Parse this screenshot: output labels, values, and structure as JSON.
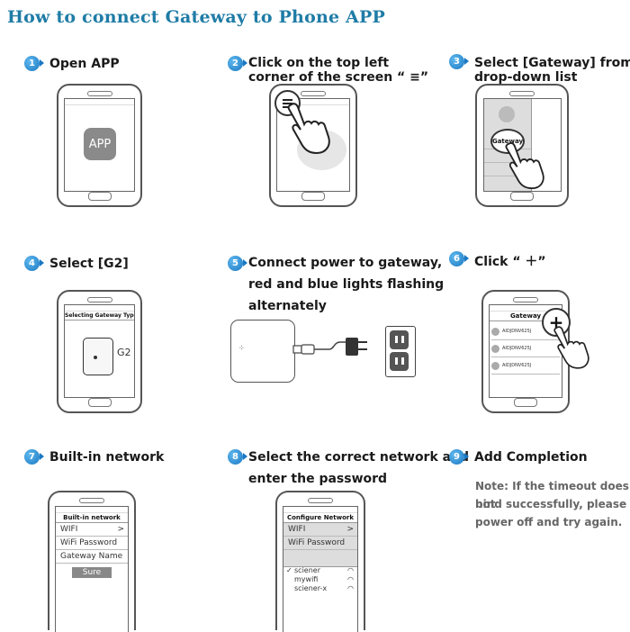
{
  "title": "How to connect Gateway to Phone APP",
  "steps": [
    {
      "num": "1",
      "label": "Open APP"
    },
    {
      "num": "2",
      "label_line1": "Click on the top left",
      "label_line2": "corner of the screen “ ≡”"
    },
    {
      "num": "3",
      "label_line1": "Select [Gateway] from the",
      "label_line2": "drop-down list"
    },
    {
      "num": "4",
      "label": "Select [G2]"
    },
    {
      "num": "5",
      "label_line1": "Connect power to gateway,",
      "label_line2": "red and blue lights flashing",
      "label_line3": "alternately"
    },
    {
      "num": "6",
      "label": "Click “ ＋”"
    },
    {
      "num": "7",
      "label": "Built-in network"
    },
    {
      "num": "8",
      "label_line1": "Select the correct network and",
      "label_line2": "enter the password"
    },
    {
      "num": "9",
      "label": "Add Completion"
    }
  ],
  "screens": {
    "app_icon_text": "APP",
    "gateway_menu_item": "Gateway",
    "selecting_header": "Selecting Gateway Type",
    "g2_label": "G2",
    "gateway_header": "Gateway",
    "gateway_items": [
      "AIDJDNV625J",
      "AIDJDNV625J",
      "AIDJDNV625J"
    ],
    "builtin_header": "Built-in network",
    "builtin_rows": [
      "WIFI",
      "WiFi Password",
      "Gateway Name"
    ],
    "builtin_wifi_arrow": ">",
    "sure_button": "Sure",
    "configure_header": "Configure Network",
    "configure_rows": [
      "WIFI",
      "WiFi Password"
    ],
    "configure_wifi_arrow": ">",
    "networks": [
      "sciener",
      "mywifi",
      "sciener-x"
    ],
    "selected_check": "✓"
  },
  "note": {
    "line1": "Note: If the timeout does not",
    "line2": "bind successfully, please",
    "line3": "power off and try again."
  },
  "colors": {
    "title": "#1f7ca6",
    "badge": "#1a78c2",
    "outlet": "#555555"
  }
}
